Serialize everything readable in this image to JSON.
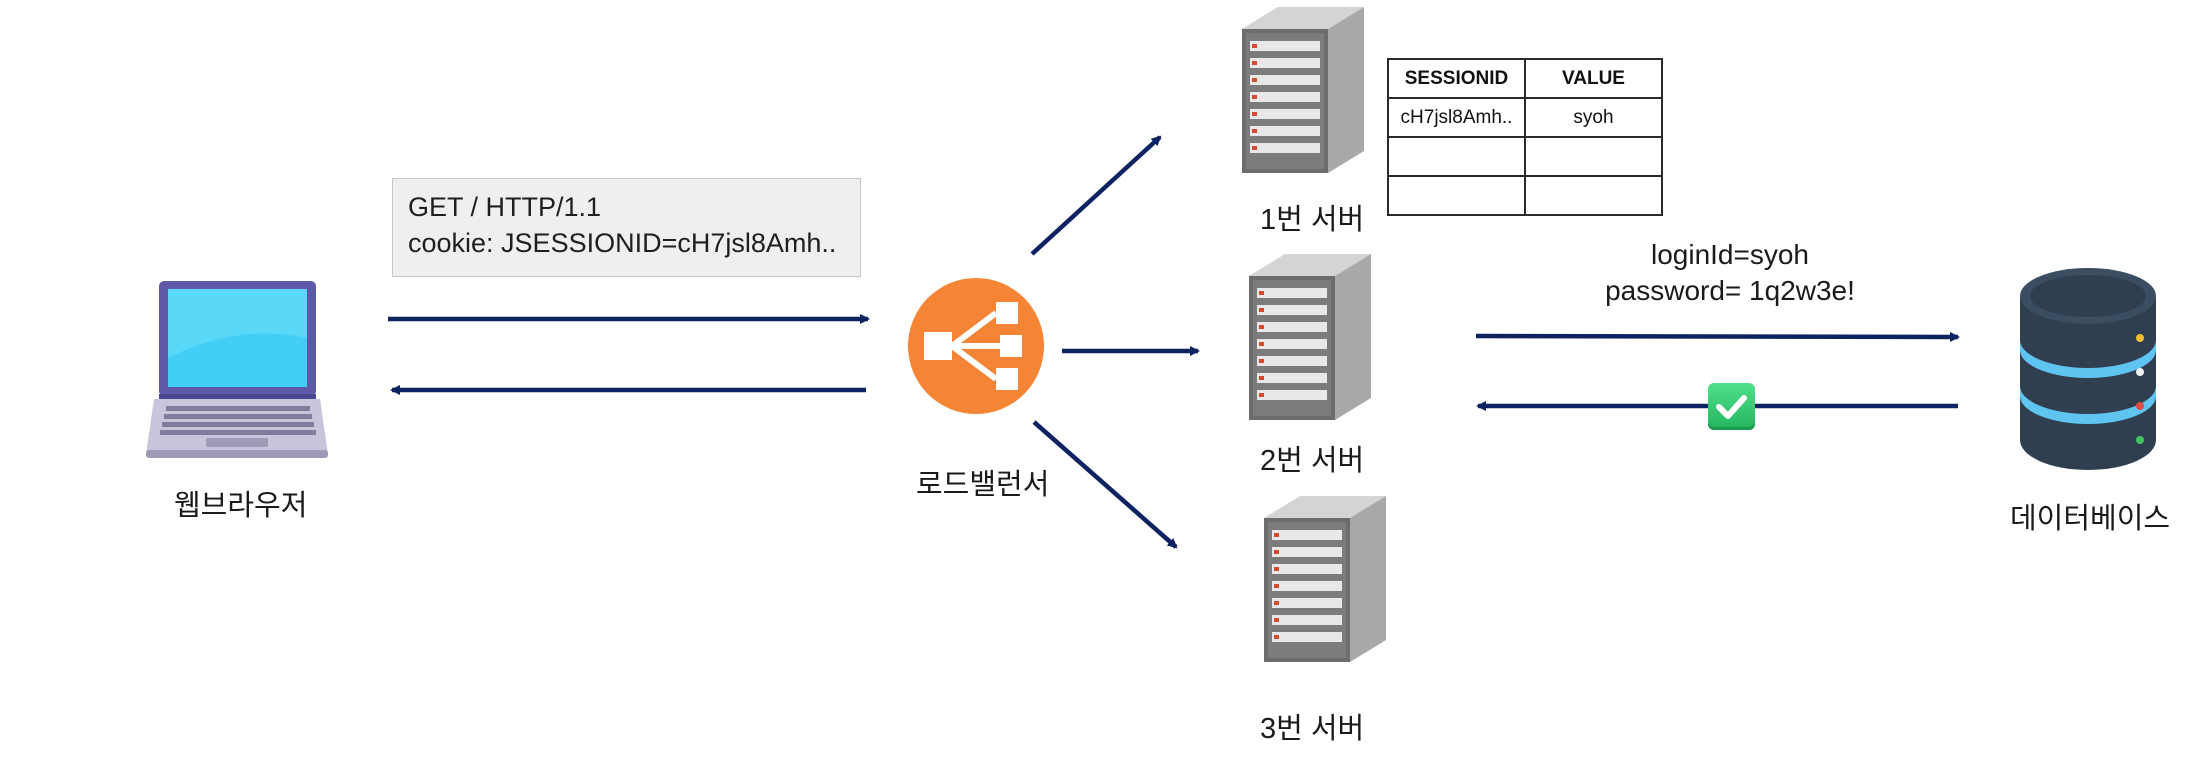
{
  "browser": {
    "label": "웹브라우저",
    "icon": "laptop-icon"
  },
  "request": {
    "line1": "GET  / HTTP/1.1",
    "line2": "cookie: JSESSIONID=cH7jsl8Amh.."
  },
  "load_balancer": {
    "label": "로드밸런서",
    "icon": "load-balancer-icon"
  },
  "servers": [
    {
      "label": "1번 서버",
      "icon": "server-icon"
    },
    {
      "label": "2번 서버",
      "icon": "server-icon"
    },
    {
      "label": "3번 서버",
      "icon": "server-icon"
    }
  ],
  "session_table": {
    "headers": [
      "SESSIONID",
      "VALUE"
    ],
    "rows": [
      [
        "cH7jsl8Amh..",
        "syoh"
      ],
      [
        "",
        ""
      ],
      [
        "",
        ""
      ]
    ]
  },
  "db_request": {
    "line1": "loginId=syoh",
    "line2": "password= 1q2w3e!"
  },
  "database": {
    "label": "데이터베이스",
    "icon": "database-icon"
  },
  "colors": {
    "arrow": "#0d2260",
    "lb_orange": "#f58534",
    "check_green": "#2ec56a"
  }
}
